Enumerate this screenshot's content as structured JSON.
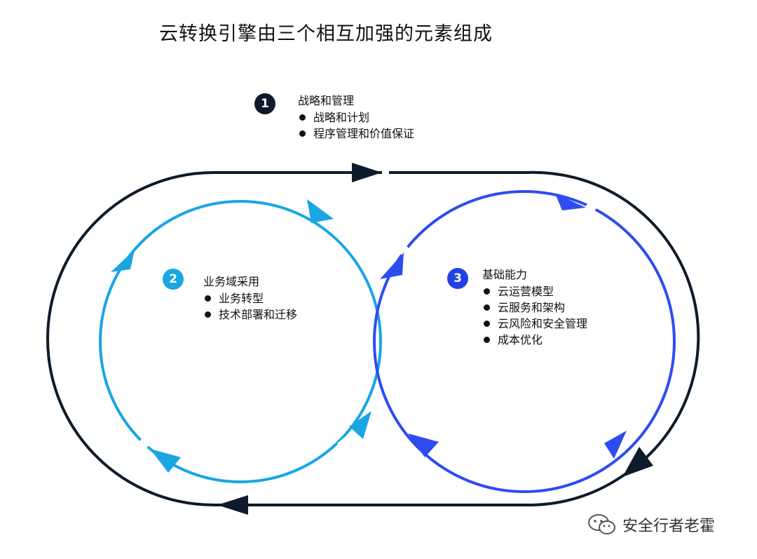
{
  "title": "云转换引擎由三个相互加强的元素组成",
  "colors": {
    "outer_loop": "#0d1b2a",
    "left_loop": "#19a6e2",
    "right_loop": "#2e4cf0",
    "badge1": "#0d1b2a",
    "badge2": "#19a6e2",
    "badge3": "#2340e8"
  },
  "elements": [
    {
      "number": "1",
      "heading": "战略和管理",
      "items": [
        "战略和计划",
        "程序管理和价值保证"
      ]
    },
    {
      "number": "2",
      "heading": "业务域采用",
      "items": [
        "业务转型",
        "技术部署和迁移"
      ]
    },
    {
      "number": "3",
      "heading": "基础能力",
      "items": [
        "云运营模型",
        "云服务和架构",
        "云风险和安全管理",
        "成本优化"
      ]
    }
  ],
  "watermark": {
    "icon": "wechat-icon",
    "text": "安全行者老霍"
  }
}
